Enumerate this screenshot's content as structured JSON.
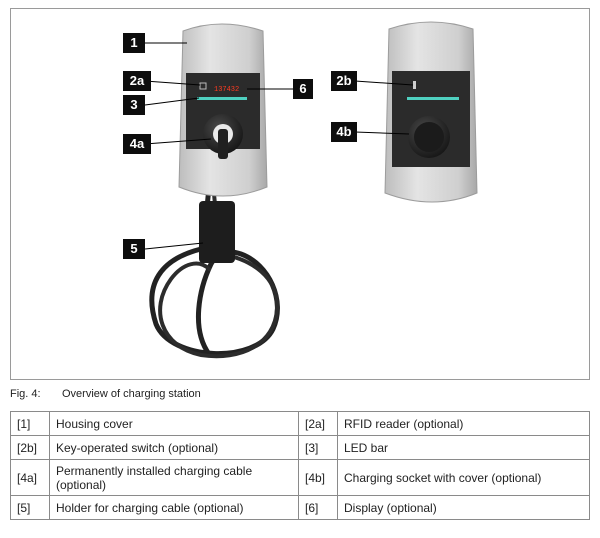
{
  "figure": {
    "callouts": {
      "c1": "1",
      "c2a": "2a",
      "c3": "3",
      "c4a": "4a",
      "c5": "5",
      "c6": "6",
      "c2b": "2b",
      "c4b": "4b"
    },
    "display_text": "137432",
    "caption_number": "Fig. 4:",
    "caption_text": "Overview of charging station",
    "colors": {
      "led": "#4fd0c0",
      "display": "#ff3b20",
      "housing": "#cfcfcf"
    }
  },
  "legend": {
    "rows": [
      {
        "k1": "[1]",
        "v1": "Housing cover",
        "k2": "[2a]",
        "v2": "RFID reader (optional)"
      },
      {
        "k1": "[2b]",
        "v1": "Key-operated switch (optional)",
        "k2": "[3]",
        "v2": "LED bar"
      },
      {
        "k1": "[4a]",
        "v1": "Permanently installed charging cable (optional)",
        "k2": "[4b]",
        "v2": "Charging socket with cover (optional)"
      },
      {
        "k1": "[5]",
        "v1": "Holder for charging cable (optional)",
        "k2": "[6]",
        "v2": "Display (optional)"
      }
    ]
  }
}
